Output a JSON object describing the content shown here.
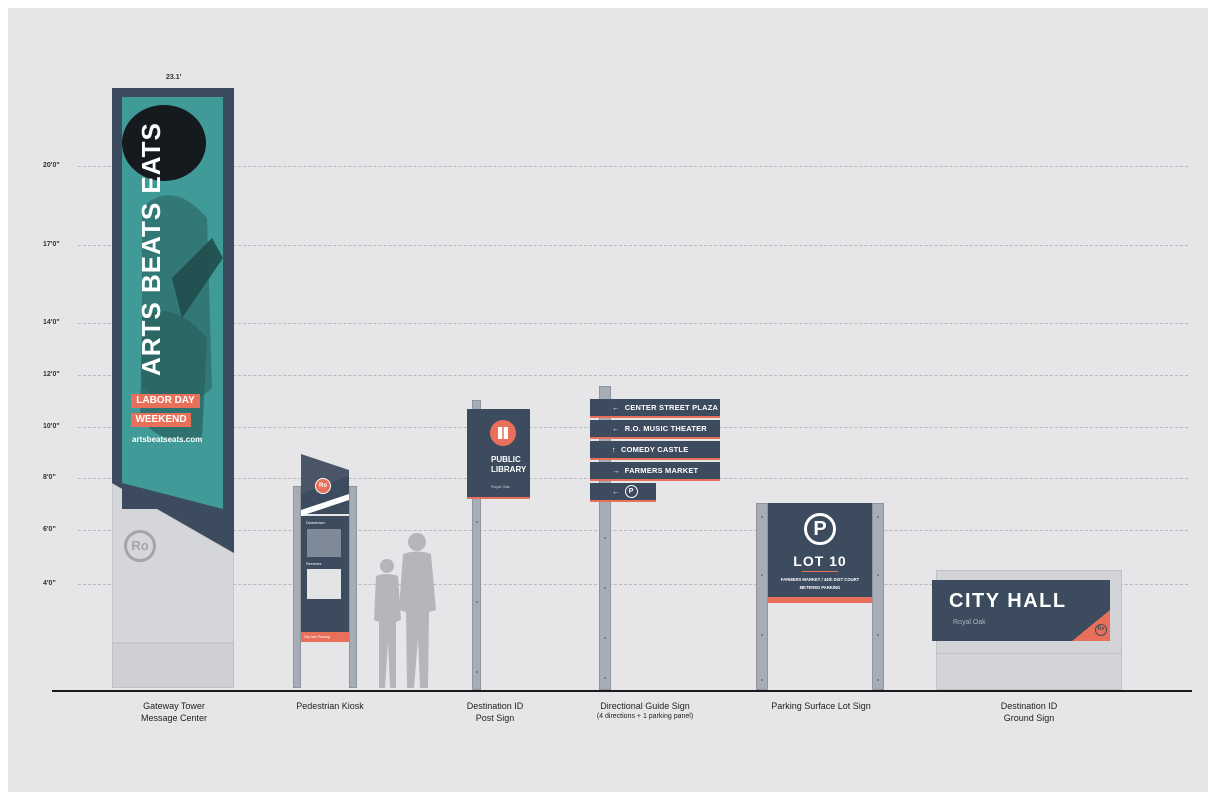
{
  "height_labels": [
    "20'0\"",
    "17'0\"",
    "14'0\"",
    "12'0\"",
    "10'0\"",
    "8'0\"",
    "6'0\"",
    "4'0\""
  ],
  "tower": {
    "top_dimension": "23.1'",
    "banner_title": "ARTS BEATS EATS",
    "labor_day": "LABOR DAY",
    "weekend": "WEEKEND",
    "url": "artsbeatseats.com",
    "logo": "Ro"
  },
  "kiosk": {
    "logo": "Ro",
    "panel_heading_1": "Downtown",
    "panel_heading_2": "Services",
    "footer_text": "City Info Parking"
  },
  "destination_post": {
    "line1": "PUBLIC",
    "line2": "LIBRARY",
    "brand": "Royal Oak"
  },
  "directional": {
    "rows": [
      {
        "arrow": "←",
        "text": "CENTER STREET PLAZA"
      },
      {
        "arrow": "←",
        "text": "R.O. MUSIC THEATER"
      },
      {
        "arrow": "↑",
        "text": "COMEDY CASTLE"
      },
      {
        "arrow": "→",
        "text": "FARMERS MARKET"
      }
    ],
    "parking_arrow": "←",
    "parking_symbol": "P"
  },
  "parking_lot": {
    "symbol": "P",
    "name": "LOT 10",
    "line1": "FARMERS MARKET / 44th DIST COURT",
    "line2": "METERED PARKING"
  },
  "ground_sign": {
    "title": "CITY HALL",
    "subtitle": "Royal Oak",
    "logo": "Ro"
  },
  "captions": {
    "tower_1": "Gateway Tower",
    "tower_2": "Message Center",
    "kiosk": "Pedestrian Kiosk",
    "post_1": "Destination ID",
    "post_2": "Post Sign",
    "directional_1": "Directional Guide Sign",
    "directional_2": "(4 directions + 1 parking panel)",
    "lot": "Parking Surface Lot Sign",
    "ground_1": "Destination ID",
    "ground_2": "Ground Sign"
  },
  "colors": {
    "navy": "#3c4b5e",
    "coral": "#e8705a",
    "teal": "#3f9a98",
    "background": "#e6e6e8"
  }
}
